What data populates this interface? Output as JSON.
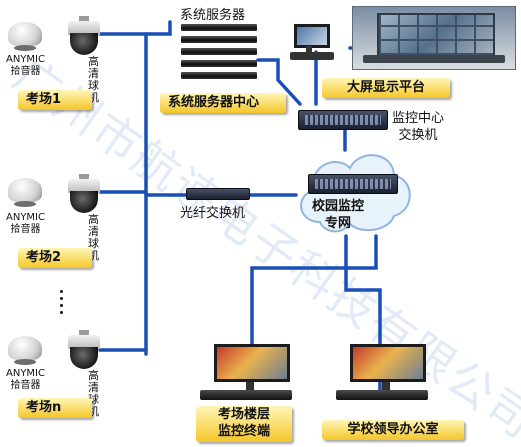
{
  "labels": {
    "servers": "系统服务器",
    "server_center": "系统服务器中心",
    "big_screen": "大屏显示平台",
    "monitor_switch": "监控中心\n交换机",
    "fiber_switch": "光纤交换机",
    "campus_net": "校园监控\n专网",
    "floor_terminal": "考场楼层\n监控终端",
    "leader_office": "学校领导办公室"
  },
  "rooms": [
    {
      "name": "考场1",
      "mic": "ANYMIC\n拾音器",
      "camera": "高清球机"
    },
    {
      "name": "考场2",
      "mic": "ANYMIC\n拾音器",
      "camera": "高清球机"
    },
    {
      "name": "考场n",
      "mic": "ANYMIC\n拾音器",
      "camera": "高清球机"
    }
  ],
  "watermark": "广州市航速电子科技有限公司",
  "colors": {
    "link": "#1a4fb5",
    "tag_bottom": "#f5c629",
    "cloud": "#e8f2fb"
  }
}
